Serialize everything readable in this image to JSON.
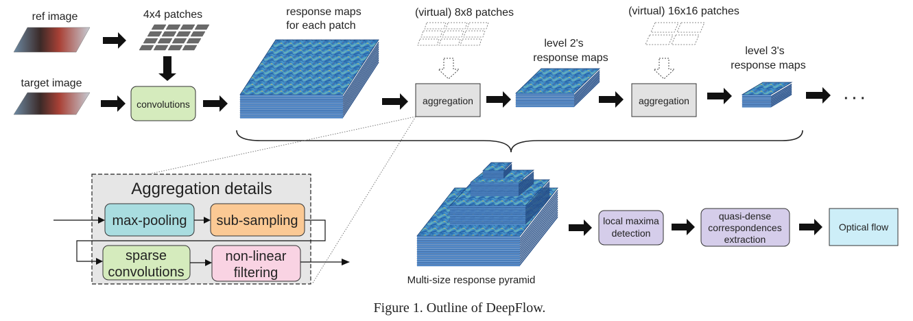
{
  "colors": {
    "convolutions": "#d5ebbd",
    "aggregation": "#e2e2e2",
    "max_pooling": "#a9dde0",
    "sub_sampling": "#fbc994",
    "sparse_convolutions": "#d5ebbd",
    "non_linear_filtering": "#f9d3e3",
    "local_maxima": "#d5cdea",
    "quasi_dense": "#d5cdea",
    "optical_flow": "#cdeef8",
    "layer_edge": "#3d6fb0",
    "heat_base": "#2f6fb8"
  },
  "labels": {
    "ref_image": "ref image",
    "target_image": "target image",
    "patches_4x4": "4x4 patches",
    "response_maps_1": "response maps",
    "response_maps_2": "for each patch",
    "virtual_8x8": "(virtual) 8x8 patches",
    "virtual_16x16": "(virtual) 16x16 patches",
    "level2_1": "level 2's",
    "level2_2": "response maps",
    "level3_1": "level 3's",
    "level3_2": "response maps",
    "ellipsis": "· · ·",
    "convolutions": "convolutions",
    "aggregation": "aggregation",
    "aggregation2": "aggregation",
    "aggregation_details": "Aggregation details",
    "max_pooling": "max-pooling",
    "sub_sampling": "sub-sampling",
    "sparse_1": "sparse",
    "sparse_2": "convolutions",
    "nonlinear_1": "non-linear",
    "nonlinear_2": "filtering",
    "pyramid": "Multi-size response pyramid",
    "local_maxima_1": "local maxima",
    "local_maxima_2": "detection",
    "quasi_1": "quasi-dense",
    "quasi_2": "correspondences",
    "quasi_3": "extraction",
    "optical_flow": "Optical flow"
  },
  "caption": "Figure 1. Outline of DeepFlow."
}
